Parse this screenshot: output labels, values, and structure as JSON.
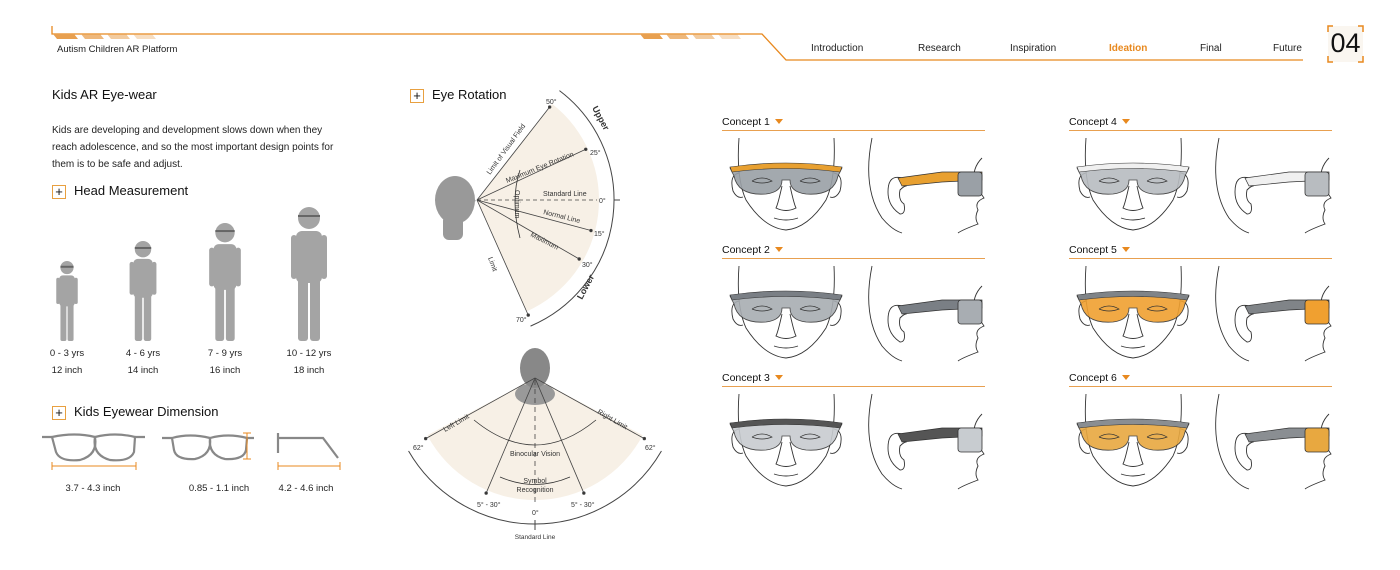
{
  "header": {
    "project_title": "Autism Children AR Platform",
    "page_number": "04",
    "accent": "#e8891f",
    "nav": [
      {
        "label": "Introduction"
      },
      {
        "label": "Research"
      },
      {
        "label": "Inspiration"
      },
      {
        "label": "Ideation",
        "active": true
      },
      {
        "label": "Final"
      },
      {
        "label": "Future"
      }
    ]
  },
  "left": {
    "title": "Kids AR Eye-wear",
    "paragraph": "Kids are developing and development slows down when they reach adolescence, and so the most important design points for them is to be safe and adjust.",
    "head_measurement": {
      "title": "Head Measurement",
      "items": [
        {
          "age": "0 - 3 yrs",
          "size": "12 inch"
        },
        {
          "age": "4 - 6 yrs",
          "size": "14 inch"
        },
        {
          "age": "7 - 9 yrs",
          "size": "16 inch"
        },
        {
          "age": "10 - 12 yrs",
          "size": "18 inch"
        }
      ]
    },
    "eyewear_dimension": {
      "title": "Kids Eyewear Dimension",
      "items": [
        {
          "value": "3.7 - 4.3 inch"
        },
        {
          "value": "0.85 - 1.1 inch"
        },
        {
          "value": "4.2 - 4.6 inch"
        }
      ]
    }
  },
  "eye_rotation": {
    "title": "Eye Rotation",
    "vertical": {
      "a50": "50°",
      "a25": "25°",
      "a0": "0°",
      "a15": "15°",
      "a30": "30°",
      "a70": "70°",
      "upper": "Upper",
      "lower": "Lower",
      "limit_visual": "Limit of Visual Field",
      "max_rotation": "Maximum Eye Rotation",
      "standard": "Standard Line",
      "optimum": "Optimum",
      "normal": "Normal Line",
      "maximum": "Maximum",
      "limit": "Limit"
    },
    "horizontal": {
      "left_limit": "Left Limit",
      "right_limit": "Right Limit",
      "left_angle": "62°",
      "right_angle": "62°",
      "binocular": "Binocular Vision",
      "symbol": "Symbol",
      "recognition": "Recognition",
      "range_left": "5° - 30°",
      "range_right": "5° - 30°",
      "zero": "0°",
      "standard": "Standard Line"
    }
  },
  "concepts": [
    {
      "label": "Concept 1",
      "frame": "#e8a030",
      "lens": "#9aa0a6"
    },
    {
      "label": "Concept 2",
      "frame": "#7a7f85",
      "lens": "#a8adb2"
    },
    {
      "label": "Concept 3",
      "frame": "#555555",
      "lens": "#c8ccd0"
    },
    {
      "label": "Concept 4",
      "frame": "#f0f0f0",
      "lens": "#b8bcc0"
    },
    {
      "label": "Concept 5",
      "frame": "#808488",
      "lens": "#f0a030"
    },
    {
      "label": "Concept 6",
      "frame": "#8a8e92",
      "lens": "#e8a840"
    }
  ]
}
